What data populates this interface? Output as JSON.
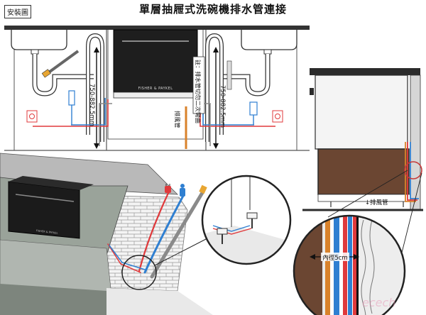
{
  "header": {
    "tag": "安裝圖",
    "title": "單層抽屜式洗碗機排水管連接"
  },
  "labels": {
    "brand": "FISHER & PAYKEL",
    "height_left": "750-882.5mm",
    "height_right": "750-882.5mm",
    "note": "註：排水管切勿二次彎曲",
    "drain_pipe_center": "排風管",
    "drain_pipe_right": "↓排風管",
    "inner_diameter": "內徑5cm",
    "watermark": "ecech"
  },
  "colors": {
    "red_supply": "#e0393b",
    "blue_supply": "#2f7fd1",
    "drain_orange": "#d9822b",
    "appliance_brown": "#6b4632",
    "cabinet_gray": "#9aa39a",
    "outline": "#1a1a1a"
  }
}
